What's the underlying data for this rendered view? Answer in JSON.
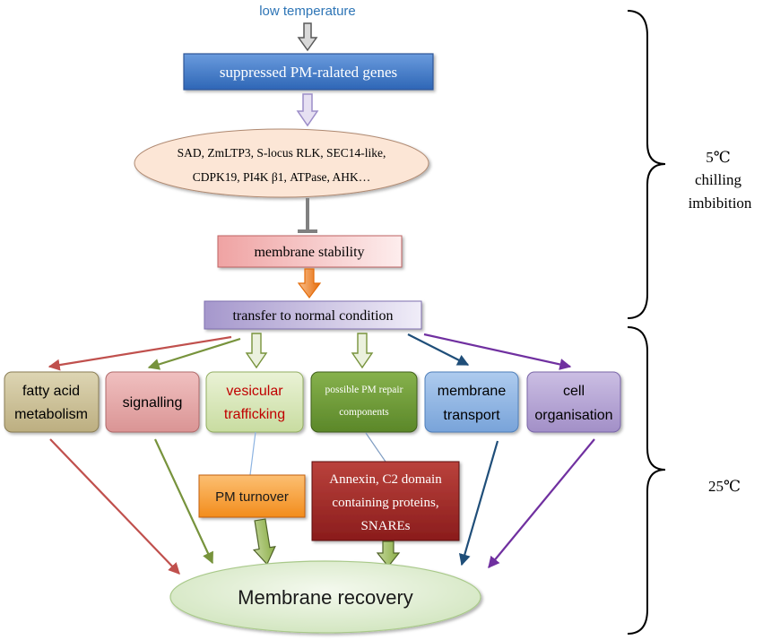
{
  "diagram": {
    "trigger": "low temperature",
    "suppressed_genes": "suppressed PM-ralated genes",
    "gene_list": [
      "SAD, ZmLTP3, S-locus RLK, SEC14-like,",
      "CDPK19, PI4K β1, ATPase, AHK…"
    ],
    "membrane_stability": "membrane stability",
    "transfer": "transfer to normal condition",
    "processes": [
      {
        "lines": [
          "fatty acid",
          "metabolism"
        ]
      },
      {
        "lines": [
          "signalling"
        ]
      },
      {
        "lines": [
          "vesicular",
          "trafficking"
        ]
      },
      {
        "lines": [
          "possible PM repair",
          "components"
        ]
      },
      {
        "lines": [
          "membrane",
          "transport"
        ]
      },
      {
        "lines": [
          "cell",
          "organisation"
        ]
      }
    ],
    "pm_turnover": "PM turnover",
    "repair_proteins": [
      "Annexin, C2 domain",
      "containing proteins,",
      "SNAREs"
    ],
    "outcome": "Membrane recovery"
  },
  "phases": [
    {
      "temperature": "5℃",
      "lines": [
        "chilling",
        "imbibition"
      ]
    },
    {
      "temperature": "25℃"
    }
  ],
  "colors": {
    "trigger_text": "#2E75B6",
    "fatty_acid_arrow": "#C0504D",
    "signalling_arrow": "#77933C",
    "transport_arrow": "#1F4E79",
    "organisation_arrow": "#7030A0",
    "vesicular_text": "#C00000"
  }
}
